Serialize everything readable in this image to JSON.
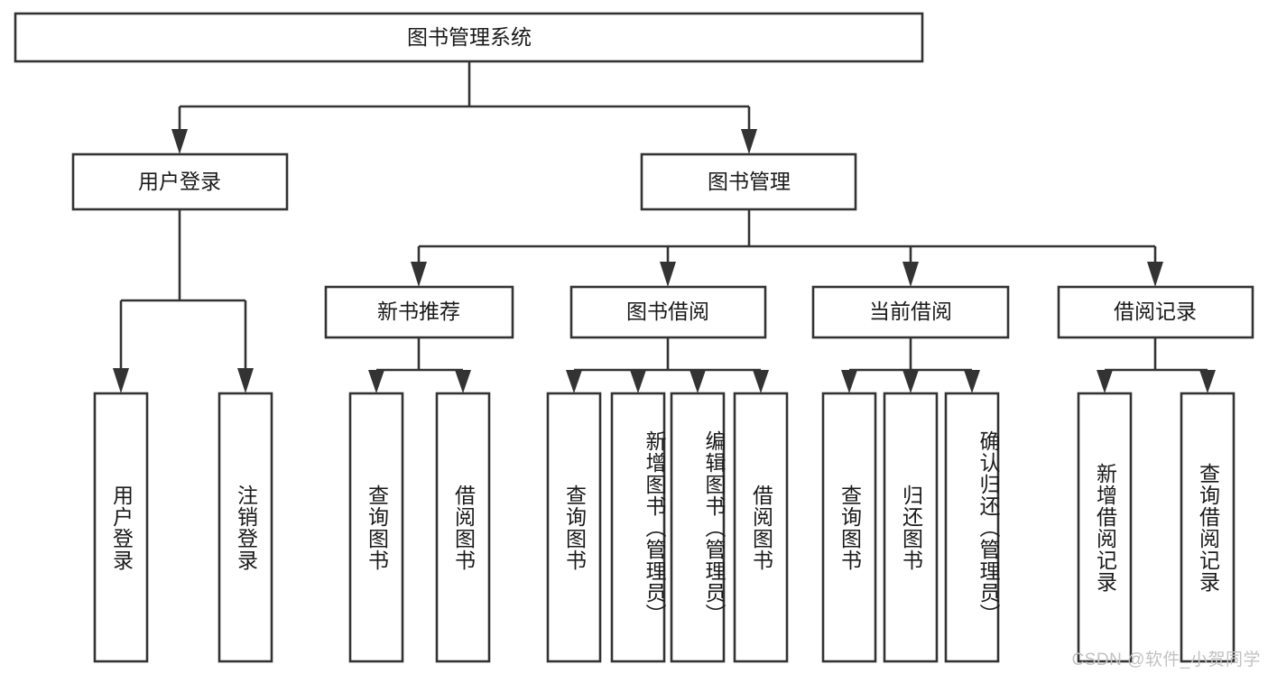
{
  "diagram": {
    "title_text": "图书管理系统",
    "type": "tree-hierarchy-diagram",
    "colors": {
      "box_stroke": "#333333",
      "box_fill": "#ffffff",
      "text": "#1a1a1a",
      "background": "#ffffff",
      "watermark": "#c2c2c2"
    },
    "root": {
      "label": "图书管理系统"
    },
    "level2": [
      {
        "label": "用户登录"
      },
      {
        "label": "图书管理"
      }
    ],
    "level3": [
      {
        "label": "新书推荐"
      },
      {
        "label": "图书借阅"
      },
      {
        "label": "当前借阅"
      },
      {
        "label": "借阅记录"
      }
    ],
    "leaves": {
      "user_login": [
        {
          "label": "用户登录"
        },
        {
          "label": "注销登录"
        }
      ],
      "new_book_recommend": [
        {
          "label": "查询图书"
        },
        {
          "label": "借阅图书"
        }
      ],
      "book_borrow": [
        {
          "label": "查询图书"
        },
        {
          "label": "新增图书（管理员）"
        },
        {
          "label": "编辑图书（管理员）"
        },
        {
          "label": "借阅图书"
        }
      ],
      "current_borrow": [
        {
          "label": "查询图书"
        },
        {
          "label": "归还图书"
        },
        {
          "label": "确认归还（管理员）"
        }
      ],
      "borrow_record": [
        {
          "label": "新增借阅记录"
        },
        {
          "label": "查询借阅记录"
        }
      ]
    }
  },
  "watermark": {
    "text": "CSDN @软件_小贺同学"
  }
}
